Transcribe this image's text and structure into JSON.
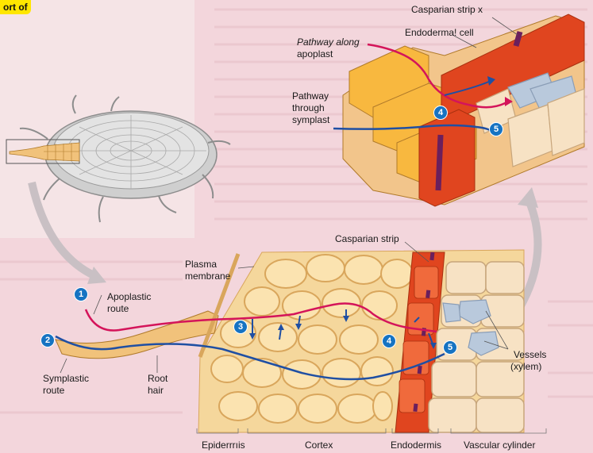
{
  "corner_label": "ort of",
  "top_labels": {
    "casparian_strip": "Casparian strip x",
    "endodermal_cell": "Endoderma! cell",
    "pathway_apoplast_line1": "Pathway along",
    "pathway_apoplast_line2": "apoplast",
    "pathway_symplast_line1": "Pathway",
    "pathway_symplast_line2": "through",
    "pathway_symplast_line3": "symplast"
  },
  "bottom_labels": {
    "casparian_strip": "Casparian strip",
    "plasma_membrane_line1": "Plasma",
    "plasma_membrane_line2": "membrane",
    "apoplastic_route_line1": "Apoplastic",
    "apoplastic_route_line2": "route",
    "symplastic_route_line1": "Symplastic",
    "symplastic_route_line2": "route",
    "root_hair_line1": "Root",
    "root_hair_line2": "hair",
    "vessels_line1": "Vessels",
    "vessels_line2": "(xylem)"
  },
  "markers": {
    "m1": "1",
    "m2": "2",
    "m3": "3",
    "m4": "4",
    "m5": "5",
    "m4_top": "4",
    "m5_top": "5"
  },
  "footer": {
    "epidermis": "Epiderrrıis",
    "cortex": "Cortex",
    "endodermis": "Endodermis",
    "vascular_cylinder": "Vascular cylinder"
  },
  "colors": {
    "apoplast_route": "#d4145a",
    "symplast_route": "#1f4fa3",
    "marker": "#1673c2",
    "endodermis": "#e0451f",
    "casparian_strip": "#6b1f5c",
    "cortex_cell": "#fbd89a",
    "vessel": "#b9c9dc",
    "highlight": "#ffe600"
  }
}
